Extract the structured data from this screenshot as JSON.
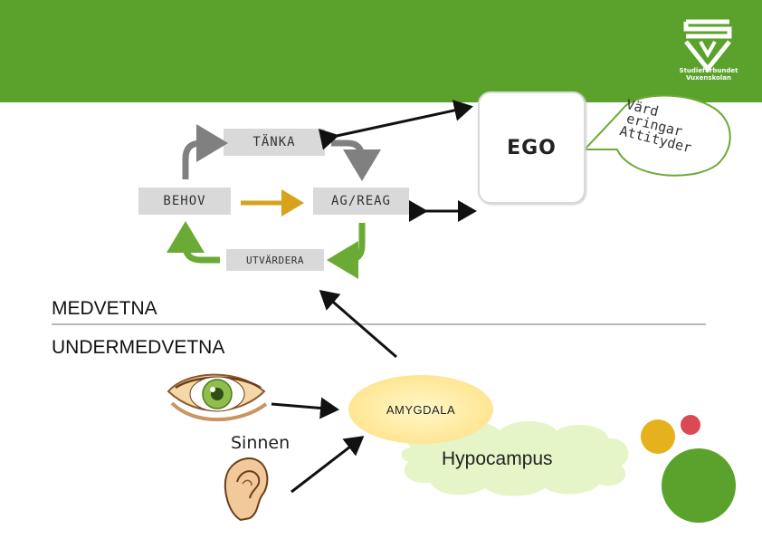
{
  "logo": {
    "line1": "Studieförbundet",
    "line2": "Vuxenskolan"
  },
  "cycle": {
    "tanka": "TÄNKA",
    "behov": "BEHOV",
    "agreag": "AG/REAG",
    "utvardera": "UTVÄRDERA"
  },
  "ego": {
    "label": "EGO"
  },
  "bubble": {
    "line1": "Värd",
    "line2": "ering",
    "line3": "ar",
    "line4": "Attityder"
  },
  "levels": {
    "conscious": "MEDVETNA",
    "subconscious": "UNDERMEDVETNA"
  },
  "brain": {
    "amygdala": "AMYGDALA",
    "hippocampus": "Hypocampus",
    "senses": "Sinnen"
  },
  "colors": {
    "banner": "#5aa22b",
    "green_arrow": "#6aaa35",
    "gray_arrow": "#808080",
    "yellow_arrow": "#d9a21b",
    "box_fill": "#d9d9d9",
    "cloud": "#e6f5c7",
    "amygdala": "#ffe694",
    "dot_yellow": "#e6b11e",
    "dot_red": "#d94a52",
    "dot_green": "#5aa22b"
  }
}
